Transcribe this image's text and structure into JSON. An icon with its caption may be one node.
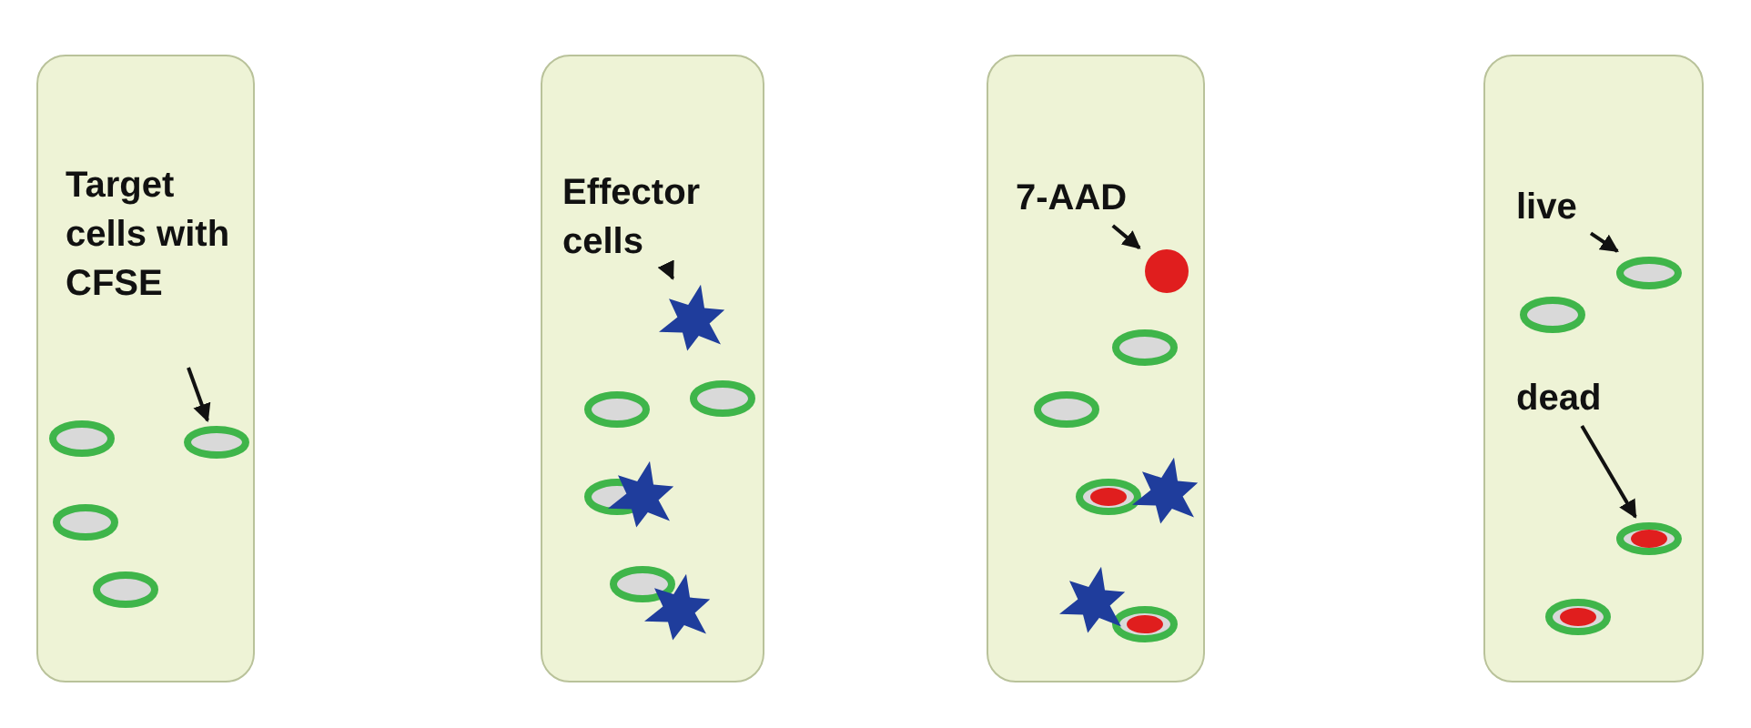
{
  "diagram": {
    "nodes": [
      {
        "text": [],
        "shape": "box"
      },
      {
        "text": [
          "Target cells with CFSE"
        ],
        "in": 0
      },
      {
        "text": [],
        "shape": "circle",
        "in": 0
      },
      {
        "text": [],
        "shape": "box"
      },
      {
        "text": [
          "Effector cells"
        ],
        "in": 3
      },
      {
        "text": [],
        "shape": "star",
        "in": 3
      },
      {
        "text": [],
        "shape": "box"
      },
      {
        "text": [
          "7-AAD"
        ],
        "in": 6
      },
      {
        "text": [],
        "shape": "circle",
        "in": 6
      },
      {
        "text": [],
        "shape": "box"
      },
      {
        "text": [
          "live"
        ],
        "in": 9
      },
      {
        "text": [],
        "shape": "circle",
        "in": 9
      },
      {
        "text": [
          "dead"
        ],
        "in": 9
      },
      {
        "text": [],
        "shape": "circle",
        "in": 9
      }
    ],
    "edges": [
      {
        "from": 1,
        "to": 2,
        "arrow": "to"
      },
      {
        "from": 4,
        "to": 5,
        "arrow": "to"
      },
      {
        "from": 7,
        "to": 8,
        "arrow": "to"
      },
      {
        "from": 10,
        "to": 11,
        "arrow": "to"
      },
      {
        "from": 12,
        "to": 13,
        "arrow": "to"
      }
    ]
  }
}
